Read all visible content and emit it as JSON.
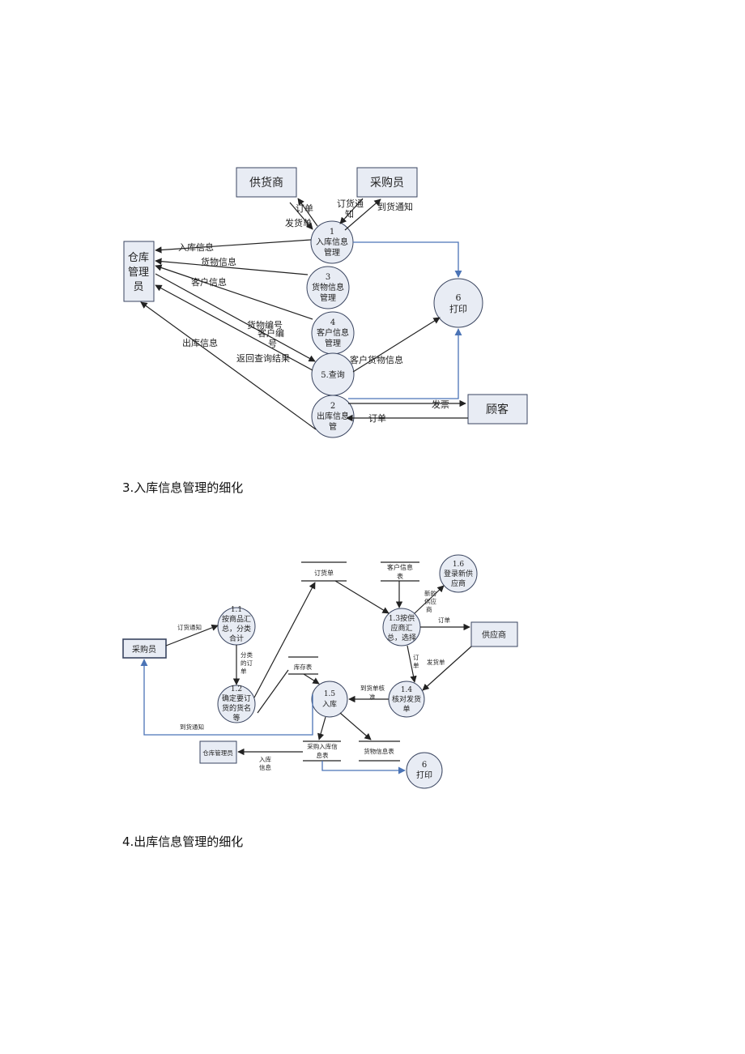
{
  "diagram1": {
    "entities": {
      "supplier": "供货商",
      "buyer": "采购员",
      "warehouse_admin": [
        "仓库",
        "管理",
        "员"
      ],
      "customer": "顾客"
    },
    "processes": {
      "p1": [
        "1",
        "入库信息",
        "管理"
      ],
      "p3": [
        "3",
        "货物信息",
        "管理"
      ],
      "p4": [
        "4",
        "客户信息",
        "管理"
      ],
      "p5": [
        "5.查询"
      ],
      "p2": [
        "2",
        "出库信息",
        "管"
      ],
      "p6": [
        "6",
        "打印"
      ]
    },
    "flows": {
      "order": "订单",
      "ship_order": "发货单",
      "order_notice": [
        "订货通",
        "知"
      ],
      "arrival_notice": "到货通知",
      "in_info": "入库信息",
      "goods_info": "货物信息",
      "cust_info": "客户信息",
      "goods_no": "货物编号",
      "cust_no": [
        "客户编",
        "号"
      ],
      "out_info": "出库信息",
      "query_result": "返回查询结果",
      "cust_goods_info": "客户货物信息",
      "invoice": "发票",
      "order2": "订单"
    }
  },
  "caption1": "3.入库信息管理的细化",
  "diagram2": {
    "entities": {
      "buyer": "采购员",
      "supplier": "供应商",
      "warehouse_admin": "仓库管理员"
    },
    "processes": {
      "p11": [
        "1.1",
        "按商品汇",
        "总，分类",
        "合计"
      ],
      "p12": [
        "1.2",
        "确定要订",
        "货的货名",
        "等"
      ],
      "p13": [
        "1.3按供",
        "应商汇",
        "总，选择"
      ],
      "p14": [
        "1.4",
        "核对发货",
        "单"
      ],
      "p15": [
        "1.5",
        "入库"
      ],
      "p16": [
        "1.6",
        "登录新供",
        "应商"
      ],
      "p6": [
        "6",
        "打印"
      ]
    },
    "stores": {
      "order_form": "订货单",
      "cust_table": [
        "客户信息",
        "表"
      ],
      "stock_table": "库存表",
      "purchase_in_table": [
        "采购入库信",
        "息表"
      ],
      "goods_table": "货物信息表"
    },
    "flows": {
      "order_notice": "订货通知",
      "classified_order": [
        "分类",
        "的订",
        "单"
      ],
      "new_supplier": [
        "新的",
        "供应",
        "商"
      ],
      "order": "订单",
      "order_v": [
        "订",
        "单"
      ],
      "ship_order": "发货单",
      "ship_approved": [
        "到货单核",
        "准"
      ],
      "arrival_notice": "到货通知",
      "in_info": [
        "入库",
        "信息"
      ]
    }
  },
  "caption2": "4.出库信息管理的细化"
}
